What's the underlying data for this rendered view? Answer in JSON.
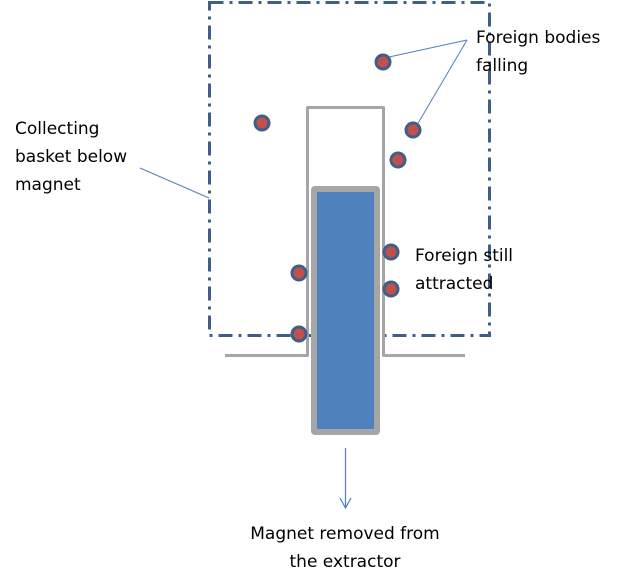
{
  "diagram": {
    "title": "Magnet removal from extractor",
    "colors": {
      "basket_outline": "#3F5F87",
      "tube_outline": "#A6A6A6",
      "magnet_fill": "#4F81BD",
      "magnet_border": "#A6A6A6",
      "particle_fill": "#C0504D",
      "particle_border": "#3F5F87",
      "leader_line": "#4F81BD",
      "arrow": "#4F81BD"
    },
    "labels": {
      "basket": [
        "Collecting",
        "basket below",
        "magnet"
      ],
      "falling": [
        "Foreign bodies",
        "falling"
      ],
      "still_attracted": [
        "Foreign still",
        "attracted"
      ],
      "removed": [
        "Magnet removed from",
        "the extractor"
      ]
    },
    "components": [
      {
        "id": "basket",
        "name": "Collecting basket",
        "style": "dash-dot outline"
      },
      {
        "id": "tube",
        "name": "Extractor tube with flanges"
      },
      {
        "id": "magnet",
        "name": "Magnet bar"
      },
      {
        "id": "arrow",
        "name": "Removal direction arrow",
        "direction": "down"
      }
    ],
    "particles": [
      {
        "group": "falling"
      },
      {
        "group": "falling"
      },
      {
        "group": "falling"
      },
      {
        "group": "falling"
      },
      {
        "group": "attracted"
      },
      {
        "group": "attracted"
      },
      {
        "group": "attracted"
      },
      {
        "group": "attracted"
      }
    ]
  }
}
